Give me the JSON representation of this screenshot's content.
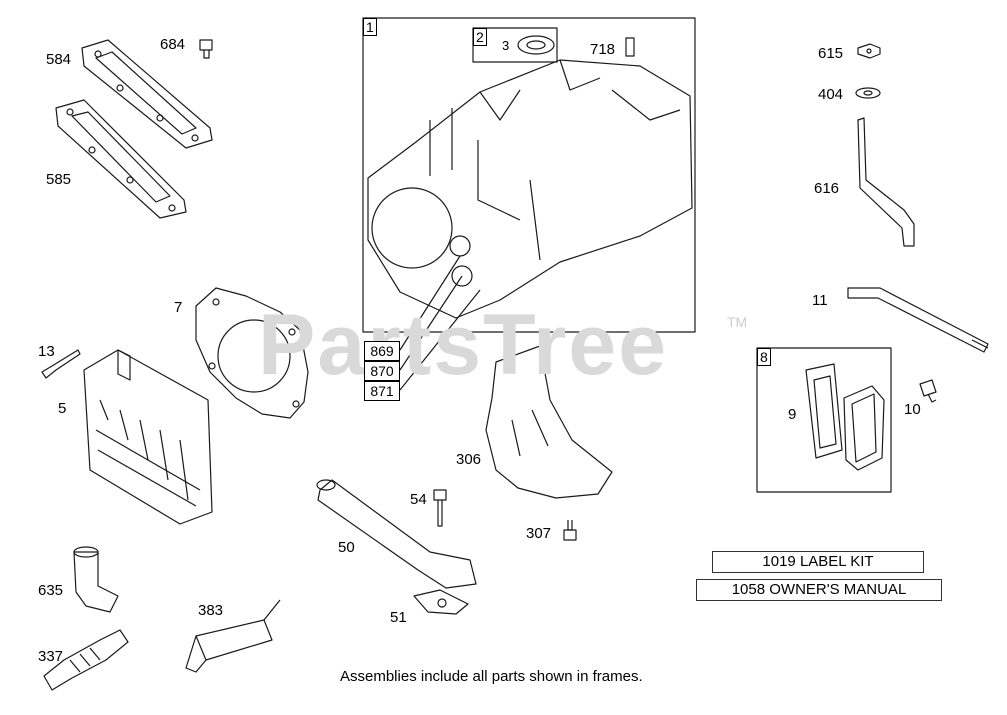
{
  "watermark": {
    "text": "PartsTree",
    "tm": "TM"
  },
  "frames": [
    {
      "label": "1"
    },
    {
      "label": "2"
    },
    {
      "label": "8"
    }
  ],
  "callouts": [
    "584",
    "684",
    "585",
    "7",
    "13",
    "5",
    "635",
    "337",
    "383",
    "50",
    "54",
    "51",
    "306",
    "307",
    "3",
    "718",
    "869",
    "870",
    "871",
    "615",
    "404",
    "616",
    "11",
    "9",
    "10"
  ],
  "kits": [
    {
      "text": "1019 LABEL KIT"
    },
    {
      "text": "1058 OWNER'S MANUAL"
    }
  ],
  "footer": "Assemblies include all parts shown in frames.",
  "colors": {
    "line": "#1a1a1a",
    "watermark": "#d9d9d9"
  }
}
